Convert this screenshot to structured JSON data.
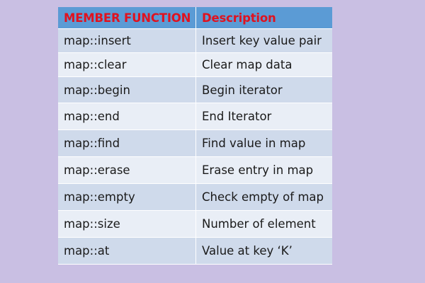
{
  "table": {
    "headers": [
      "MEMBER FUNCTION",
      "Description"
    ],
    "rows": [
      {
        "function": "map::insert",
        "description": "Insert key value pair"
      },
      {
        "function": "map::clear",
        "description": "Clear map data"
      },
      {
        "function": "map::begin",
        "description": "Begin iterator"
      },
      {
        "function": "map::end",
        "description": "End Iterator"
      },
      {
        "function": "map::find",
        "description": "Find value in map"
      },
      {
        "function": "map::erase",
        "description": "Erase entry in map"
      },
      {
        "function": "map::empty",
        "description": "Check empty of map"
      },
      {
        "function": "map::size",
        "description": "Number of element"
      },
      {
        "function": "map::at",
        "description": "Value at key ‘K’"
      }
    ]
  },
  "colors": {
    "background": "#c9bfe3",
    "header_bg": "#5b9bd5",
    "header_text": "#e0121f",
    "row_odd": "#cfdaeb",
    "row_even": "#e9eef6"
  }
}
